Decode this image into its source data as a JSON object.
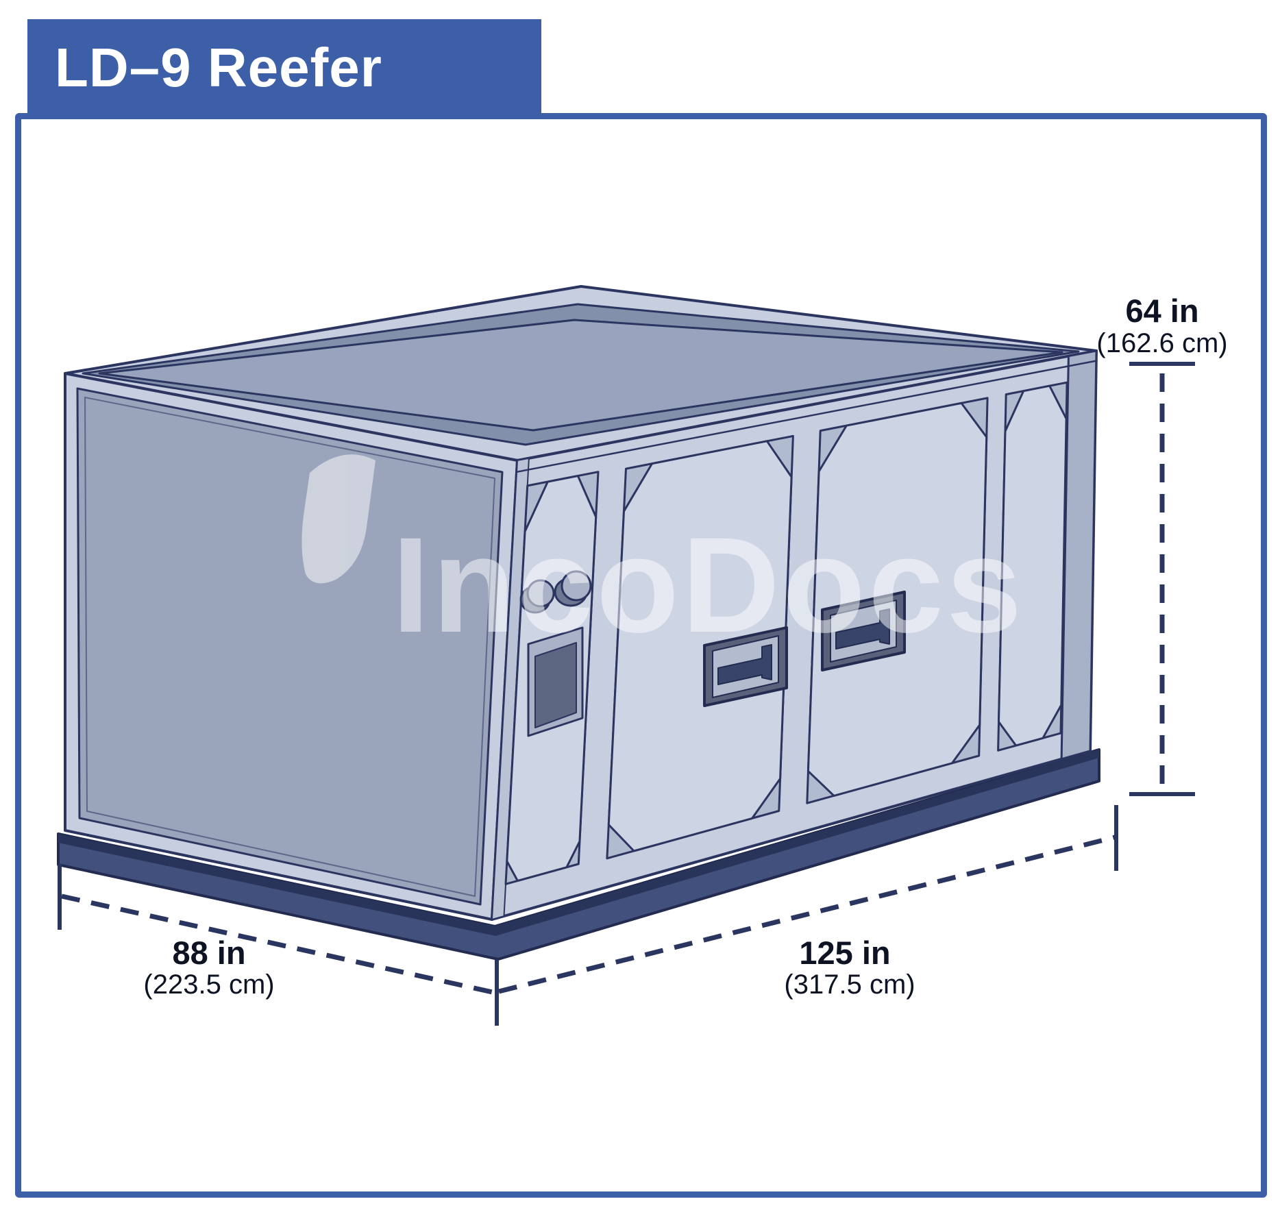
{
  "title": "LD–9 Reefer",
  "watermark": "IncoDocs",
  "dimensions": {
    "height": {
      "value": "64 in",
      "metric": "(162.6 cm)"
    },
    "width": {
      "value": "125 in",
      "metric": "(317.5 cm)"
    },
    "depth": {
      "value": "88 in",
      "metric": "(223.5 cm)"
    }
  },
  "colors": {
    "accent_blue": "#3d5fa8",
    "outline_navy": "#2b3560",
    "dimension_line": "#2a3660"
  }
}
